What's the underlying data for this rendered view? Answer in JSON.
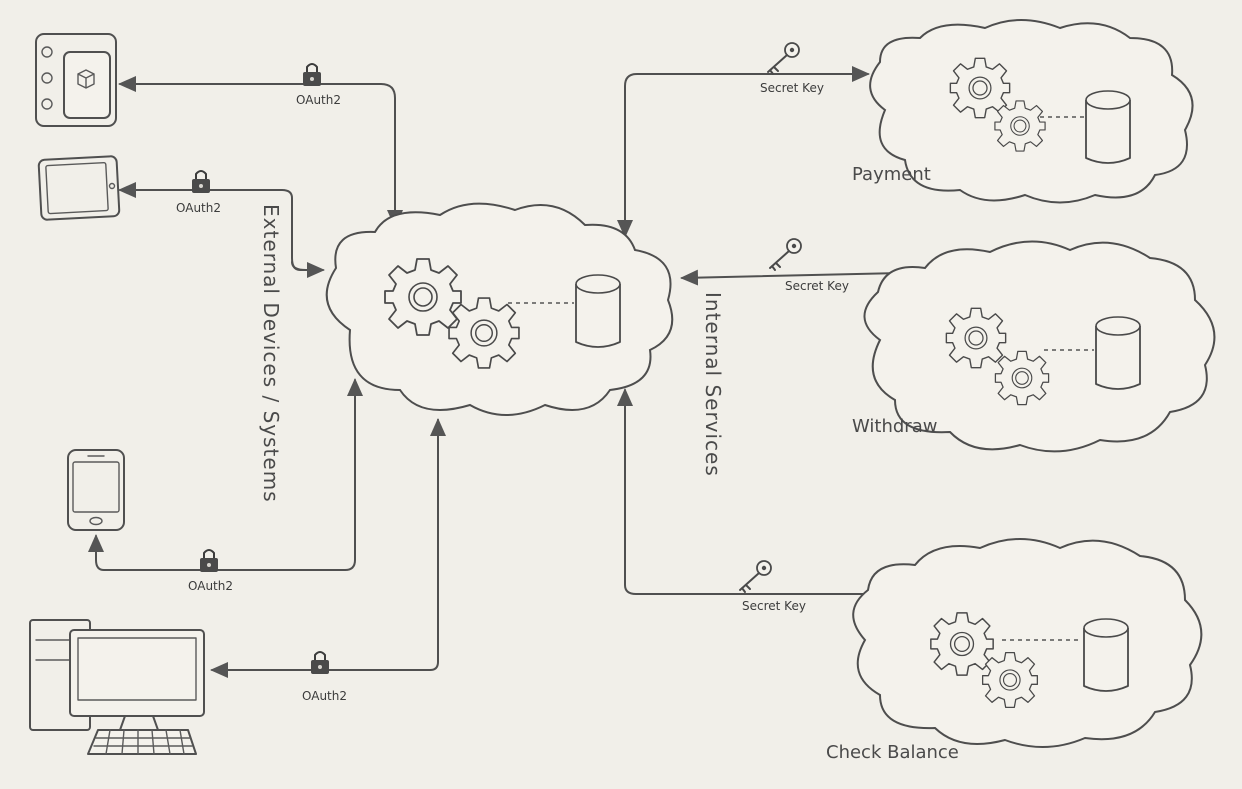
{
  "labels": {
    "external": "External Devices / Systems",
    "internal": "Internal Services"
  },
  "auth": {
    "oauth_1": "OAuth2",
    "oauth_2": "OAuth2",
    "oauth_3": "OAuth2",
    "oauth_4": "OAuth2",
    "key_1": "Secret Key",
    "key_2": "Secret Key",
    "key_3": "Secret Key"
  },
  "services": {
    "payment": "Payment",
    "withdraw": "Withdraw",
    "check_balance": "Check Balance"
  },
  "icons": [
    "lock-icon",
    "key-icon",
    "gear-icon",
    "database-icon",
    "mobile-app-icon",
    "tablet-icon",
    "phone-icon",
    "desktop-computer-icon"
  ]
}
